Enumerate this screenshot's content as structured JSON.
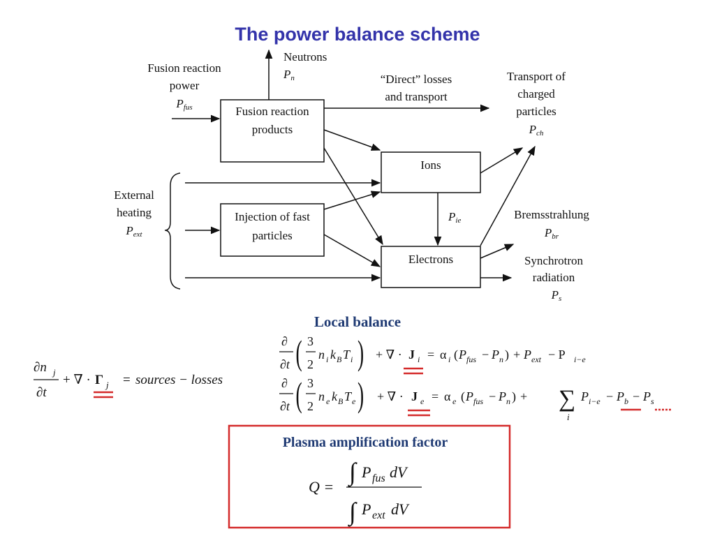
{
  "title": "The power balance scheme",
  "diagram": {
    "inputs": {
      "fusion_power": [
        "Fusion reaction",
        "power"
      ],
      "fusion_symbol": {
        "base": "P",
        "sub": "fus"
      },
      "external_heating": [
        "External",
        "heating"
      ],
      "external_symbol": {
        "base": "P",
        "sub": "ext"
      }
    },
    "boxes": {
      "products": [
        "Fusion reaction",
        "products"
      ],
      "ions": "Ions",
      "injection": [
        "Injection of fast",
        "particles"
      ],
      "electrons": "Electrons"
    },
    "outputs": {
      "neutrons": "Neutrons",
      "neutrons_symbol": {
        "base": "P",
        "sub": "n"
      },
      "direct_losses": [
        "“Direct” losses",
        "and transport"
      ],
      "transport": [
        "Transport of",
        "charged",
        "particles"
      ],
      "transport_symbol": {
        "base": "P",
        "sub": "ch"
      },
      "pie_symbol": {
        "base": "P",
        "sub": "ie"
      },
      "bremsstrahlung": "Bremsstrahlung",
      "brems_symbol": {
        "base": "P",
        "sub": "br"
      },
      "synchrotron": [
        "Synchrotron",
        "radiation"
      ],
      "sync_symbol": {
        "base": "P",
        "sub": "s"
      }
    }
  },
  "local_balance": {
    "heading": "Local balance",
    "general_eq": {
      "tail": "sources − losses"
    },
    "ion_eq": {
      "rhs_end": "− P"
    },
    "electron_eq": {}
  },
  "amplification": {
    "heading": "Plasma amplification factor",
    "lhs": "Q ="
  },
  "colors": {
    "title": "#3333aa",
    "heading": "#1f3a73",
    "highlight": "#d42a2a",
    "ink": "#111111"
  }
}
